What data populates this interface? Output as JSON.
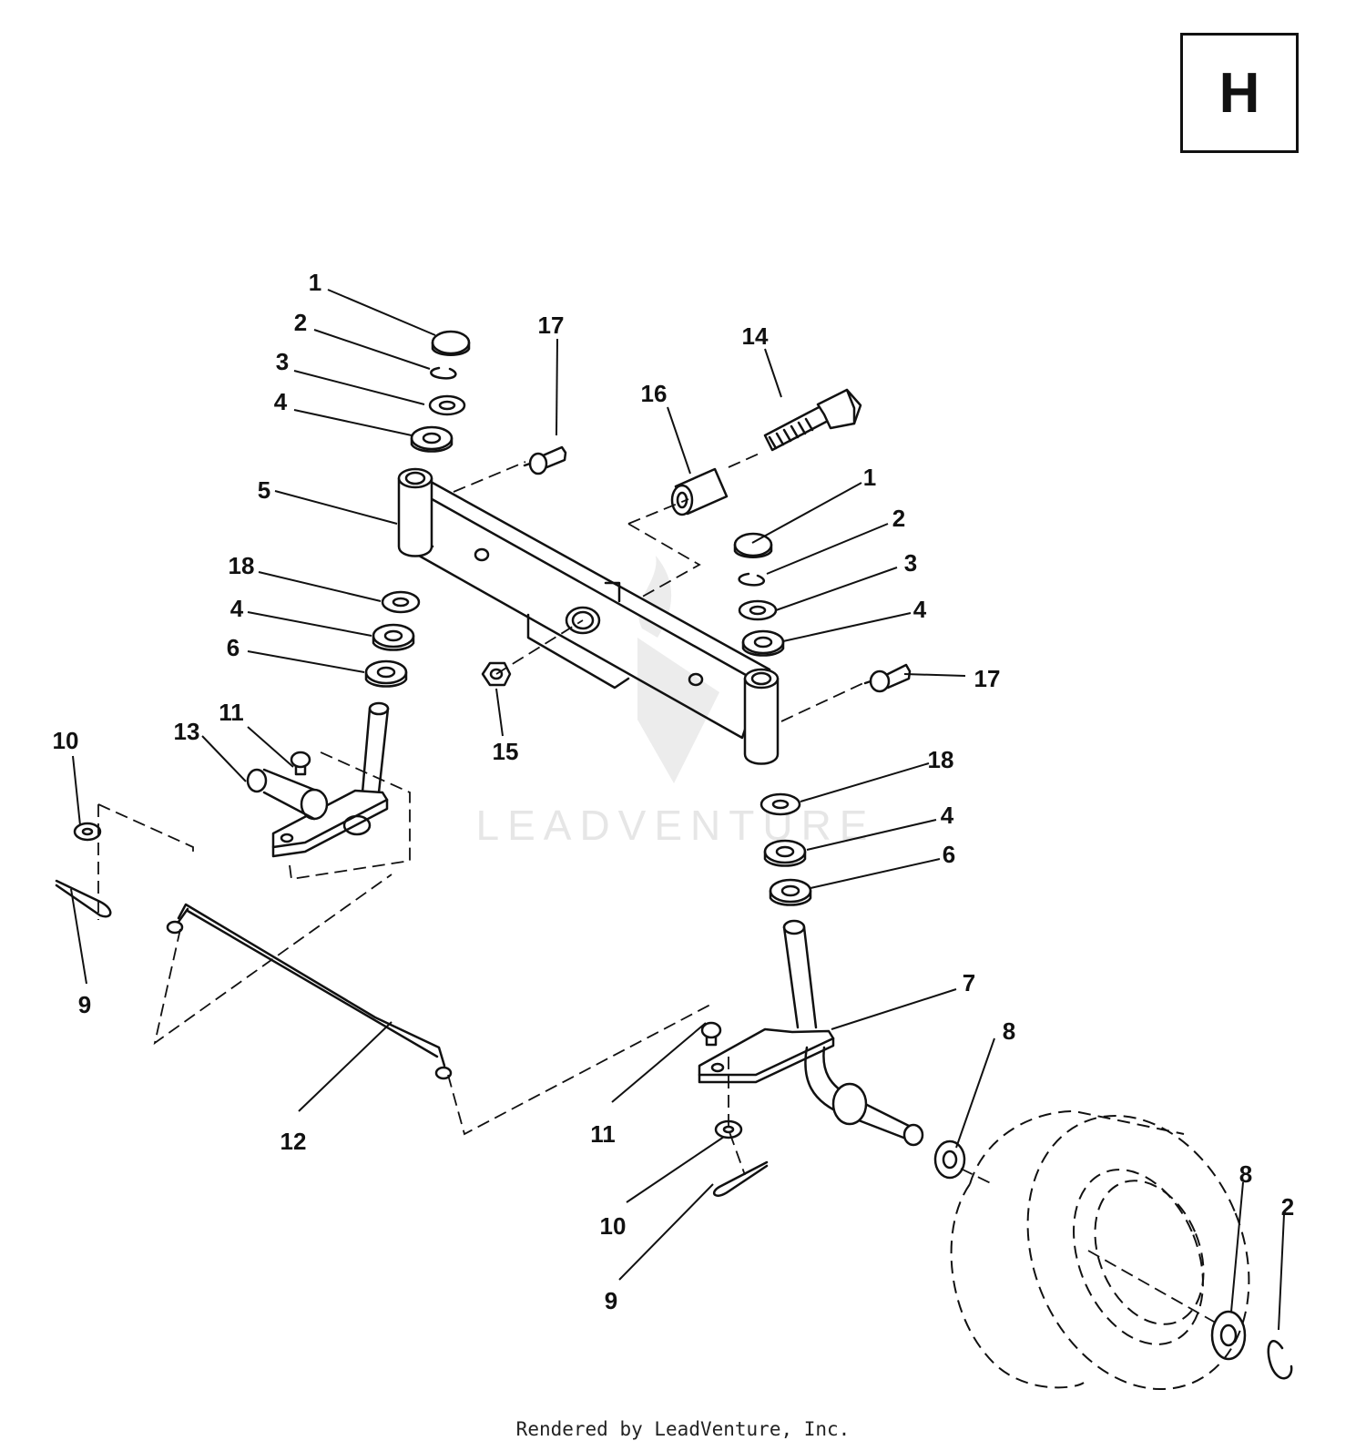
{
  "section_label": "H",
  "watermark_text": "LEADVENTURE",
  "footer_text": "Rendered by LeadVenture, Inc.",
  "callouts": {
    "c1a": "1",
    "c2a": "2",
    "c3a": "3",
    "c4a": "4",
    "c5": "5",
    "c18a": "18",
    "c4b": "4",
    "c6a": "6",
    "c11a": "11",
    "c13": "13",
    "c10a": "10",
    "c9a": "9",
    "c12": "12",
    "c17a": "17",
    "c14": "14",
    "c16": "16",
    "c15": "15",
    "c1b": "1",
    "c2b": "2",
    "c3b": "3",
    "c4c": "4",
    "c17b": "17",
    "c18b": "18",
    "c4d": "4",
    "c6b": "6",
    "c7": "7",
    "c8a": "8",
    "c11b": "11",
    "c10b": "10",
    "c9b": "9",
    "c8b": "8",
    "c2c": "2"
  }
}
